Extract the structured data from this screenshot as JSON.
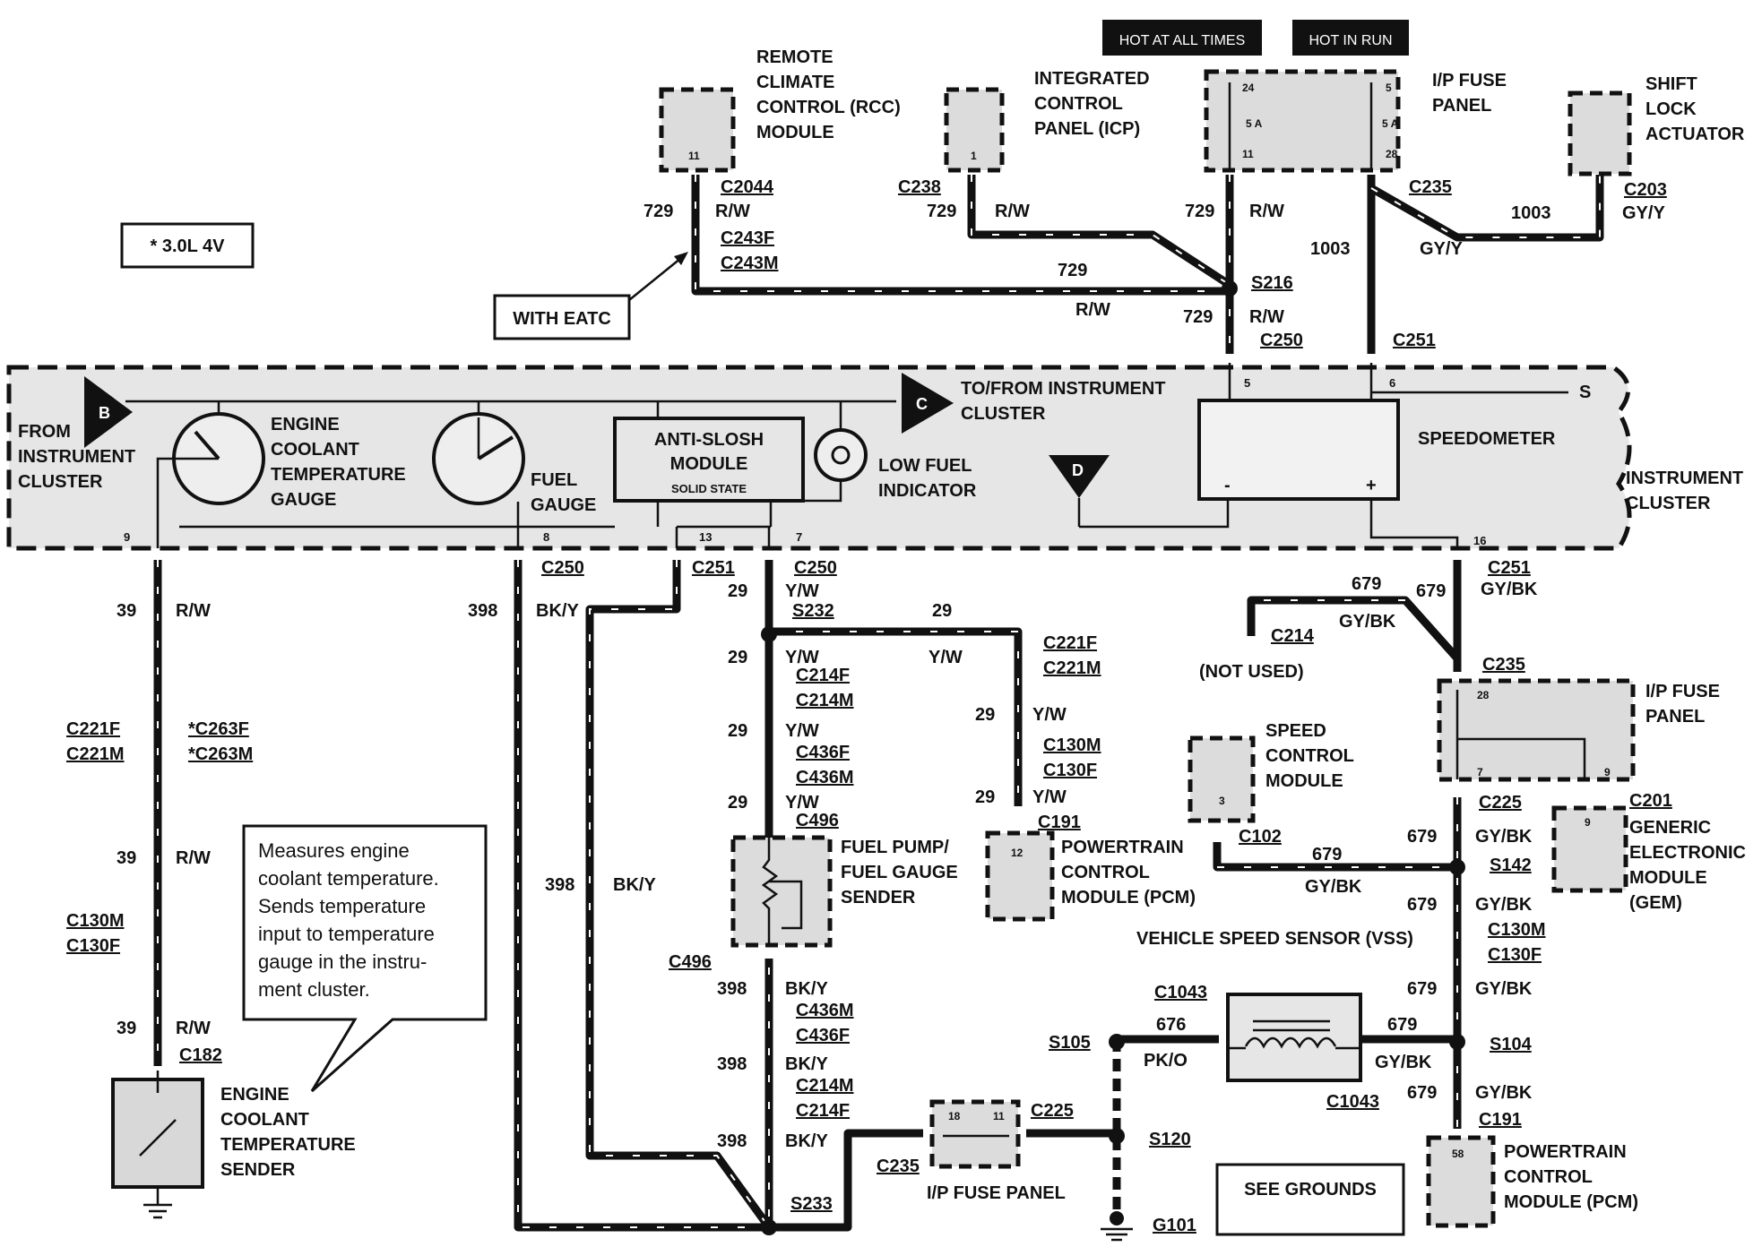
{
  "banners": {
    "hot_at_all_times": "HOT AT ALL TIMES",
    "hot_in_run": "HOT IN RUN"
  },
  "note": {
    "engine": "* 3.0L 4V"
  },
  "with_eatc": "WITH EATC",
  "see_grounds": "SEE GROUNDS",
  "callout": [
    "Measures engine",
    "coolant temperature.",
    "Sends temperature",
    "input to temperature",
    "gauge in the instru-",
    "ment cluster."
  ],
  "components": {
    "rcc": [
      "REMOTE",
      "CLIMATE",
      "CONTROL (RCC)",
      "MODULE"
    ],
    "icp": [
      "INTEGRATED",
      "CONTROL",
      "PANEL (ICP)"
    ],
    "ip_fuse_top": [
      "I/P FUSE",
      "PANEL"
    ],
    "shift_lock": [
      "SHIFT",
      "LOCK",
      "ACTUATOR"
    ],
    "from_cluster": [
      "FROM",
      "INSTRUMENT",
      "CLUSTER"
    ],
    "ect_gauge": [
      "ENGINE",
      "COOLANT",
      "TEMPERATURE",
      "GAUGE"
    ],
    "fuel_gauge": [
      "FUEL",
      "GAUGE"
    ],
    "anti_slosh": [
      "ANTI-SLOSH",
      "MODULE",
      "SOLID STATE"
    ],
    "low_fuel": [
      "LOW FUEL",
      "INDICATOR"
    ],
    "to_from_cluster": [
      "TO/FROM INSTRUMENT",
      "CLUSTER"
    ],
    "speedometer": "SPEEDOMETER",
    "instrument_cluster": [
      "INSTRUMENT",
      "CLUSTER"
    ],
    "ip_fuse_right": [
      "I/P FUSE",
      "PANEL"
    ],
    "speed_control": [
      "SPEED",
      "CONTROL",
      "MODULE"
    ],
    "gem": [
      "GENERIC",
      "ELECTRONIC",
      "MODULE",
      "(GEM)"
    ],
    "fuel_pump": [
      "FUEL PUMP/",
      "FUEL GAUGE",
      "SENDER"
    ],
    "pcm_mid": [
      "POWERTRAIN",
      "CONTROL",
      "MODULE (PCM)"
    ],
    "vss": "VEHICLE SPEED SENSOR (VSS)",
    "ect_sender": [
      "ENGINE",
      "COOLANT",
      "TEMPERATURE",
      "SENDER"
    ],
    "ip_fuse_bottom": "I/P FUSE PANEL",
    "pcm_bottom": [
      "POWERTRAIN",
      "CONTROL",
      "MODULE (PCM)"
    ],
    "not_used": "(NOT USED)"
  },
  "markers": {
    "b": "B",
    "c": "C",
    "d": "D",
    "break": "S"
  },
  "pin_labels": {
    "rcc_11": "11",
    "icp_1": "1",
    "fuse_24": "24",
    "fuse_5a_l": "5 A",
    "fuse_11": "11",
    "fuse_5": "5",
    "fuse_5a_r": "5 A",
    "fuse_28": "28",
    "spd_5": "5",
    "spd_6": "6",
    "spd_minus": "-",
    "spd_plus": "+",
    "cl_9": "9",
    "cl_8": "8",
    "cl_13": "13",
    "cl_7": "7",
    "cl_16": "16",
    "ipf_28": "28",
    "ipf_7": "7",
    "ipf_9": "9",
    "scm_3": "3",
    "gem_9": "9",
    "pcm_12": "12",
    "ipfb_18": "18",
    "ipfb_11": "11",
    "pcm_58": "58"
  },
  "labels": [
    {
      "id": "t1",
      "text": "C2044"
    },
    {
      "id": "t2",
      "text": "729"
    },
    {
      "id": "t3",
      "text": "R/W"
    },
    {
      "id": "t4",
      "text": "C243F"
    },
    {
      "id": "t5",
      "text": "C243M"
    },
    {
      "id": "t6",
      "text": "C238"
    },
    {
      "id": "t7",
      "text": "729"
    },
    {
      "id": "t8",
      "text": "R/W"
    },
    {
      "id": "t9",
      "text": "729"
    },
    {
      "id": "t10",
      "text": "R/W"
    },
    {
      "id": "t11",
      "text": "C235"
    },
    {
      "id": "t12",
      "text": "1003"
    },
    {
      "id": "t13",
      "text": "GY/Y"
    },
    {
      "id": "t14",
      "text": "C203"
    },
    {
      "id": "t15",
      "text": "1003"
    },
    {
      "id": "t16",
      "text": "GY/Y"
    },
    {
      "id": "t17",
      "text": "729"
    },
    {
      "id": "t18",
      "text": "R/W"
    },
    {
      "id": "t19",
      "text": "S216"
    },
    {
      "id": "t20",
      "text": "729"
    },
    {
      "id": "t21",
      "text": "R/W"
    },
    {
      "id": "t22",
      "text": "C250"
    },
    {
      "id": "t23",
      "text": "C251"
    },
    {
      "id": "t24",
      "text": "C250"
    },
    {
      "id": "t25",
      "text": "C251"
    },
    {
      "id": "t26",
      "text": "C250"
    },
    {
      "id": "t27",
      "text": "39"
    },
    {
      "id": "t28",
      "text": "R/W"
    },
    {
      "id": "t29",
      "text": "C221F"
    },
    {
      "id": "t30",
      "text": "C221M"
    },
    {
      "id": "t31",
      "text": "*C263F"
    },
    {
      "id": "t32",
      "text": "*C263M"
    },
    {
      "id": "t33",
      "text": "39"
    },
    {
      "id": "t34",
      "text": "R/W"
    },
    {
      "id": "t35",
      "text": "C130M"
    },
    {
      "id": "t36",
      "text": "C130F"
    },
    {
      "id": "t37",
      "text": "39"
    },
    {
      "id": "t38",
      "text": "R/W"
    },
    {
      "id": "t39",
      "text": "C182"
    },
    {
      "id": "t40",
      "text": "398"
    },
    {
      "id": "t41",
      "text": "BK/Y"
    },
    {
      "id": "t42",
      "text": "398"
    },
    {
      "id": "t43",
      "text": "BK/Y"
    },
    {
      "id": "t44",
      "text": "29"
    },
    {
      "id": "t45",
      "text": "Y/W"
    },
    {
      "id": "t46",
      "text": "S232"
    },
    {
      "id": "t47",
      "text": "29"
    },
    {
      "id": "t48",
      "text": "29"
    },
    {
      "id": "t49",
      "text": "Y/W"
    },
    {
      "id": "t50",
      "text": "Y/W"
    },
    {
      "id": "t51",
      "text": "C214F"
    },
    {
      "id": "t52",
      "text": "C214M"
    },
    {
      "id": "t53",
      "text": "29"
    },
    {
      "id": "t54",
      "text": "Y/W"
    },
    {
      "id": "t55",
      "text": "C436F"
    },
    {
      "id": "t56",
      "text": "C436M"
    },
    {
      "id": "t57",
      "text": "29"
    },
    {
      "id": "t58",
      "text": "Y/W"
    },
    {
      "id": "t59",
      "text": "C496"
    },
    {
      "id": "t60",
      "text": "C221F"
    },
    {
      "id": "t61",
      "text": "C221M"
    },
    {
      "id": "t62",
      "text": "29"
    },
    {
      "id": "t63",
      "text": "Y/W"
    },
    {
      "id": "t64",
      "text": "C130M"
    },
    {
      "id": "t65",
      "text": "C130F"
    },
    {
      "id": "t66",
      "text": "29"
    },
    {
      "id": "t67",
      "text": "Y/W"
    },
    {
      "id": "t68",
      "text": "C191"
    },
    {
      "id": "t69",
      "text": "C496"
    },
    {
      "id": "t70",
      "text": "398"
    },
    {
      "id": "t71",
      "text": "BK/Y"
    },
    {
      "id": "t72",
      "text": "C436M"
    },
    {
      "id": "t73",
      "text": "C436F"
    },
    {
      "id": "t74",
      "text": "398"
    },
    {
      "id": "t75",
      "text": "BK/Y"
    },
    {
      "id": "t76",
      "text": "C214M"
    },
    {
      "id": "t77",
      "text": "C214F"
    },
    {
      "id": "t78",
      "text": "398"
    },
    {
      "id": "t79",
      "text": "BK/Y"
    },
    {
      "id": "t80",
      "text": "C235"
    },
    {
      "id": "t81",
      "text": "S233"
    },
    {
      "id": "t82",
      "text": "C225"
    },
    {
      "id": "t83",
      "text": "S120"
    },
    {
      "id": "t84",
      "text": "G101"
    },
    {
      "id": "t85",
      "text": "S105"
    },
    {
      "id": "t86",
      "text": "C1043"
    },
    {
      "id": "t87",
      "text": "676"
    },
    {
      "id": "t88",
      "text": "PK/O"
    },
    {
      "id": "t89",
      "text": "679"
    },
    {
      "id": "t90",
      "text": "GY/BK"
    },
    {
      "id": "t91",
      "text": "C1043"
    },
    {
      "id": "t92",
      "text": "S104"
    },
    {
      "id": "t93",
      "text": "679"
    },
    {
      "id": "t94",
      "text": "GY/BK"
    },
    {
      "id": "t95",
      "text": "C191"
    },
    {
      "id": "t96",
      "text": "679"
    },
    {
      "id": "t97",
      "text": "GY/BK"
    },
    {
      "id": "t98",
      "text": "C130M"
    },
    {
      "id": "t99",
      "text": "C130F"
    },
    {
      "id": "t100",
      "text": "679"
    },
    {
      "id": "t101",
      "text": "GY/BK"
    },
    {
      "id": "t102",
      "text": "679"
    },
    {
      "id": "t103",
      "text": "GY/BK"
    },
    {
      "id": "t104",
      "text": "S142"
    },
    {
      "id": "t105",
      "text": "679"
    },
    {
      "id": "t106",
      "text": "GY/BK"
    },
    {
      "id": "t107",
      "text": "C102"
    },
    {
      "id": "t108",
      "text": "C225"
    },
    {
      "id": "t109",
      "text": "C235"
    },
    {
      "id": "t110",
      "text": "C201"
    },
    {
      "id": "t111",
      "text": "C251"
    },
    {
      "id": "t112",
      "text": "GY/BK"
    },
    {
      "id": "t113",
      "text": "679"
    },
    {
      "id": "t114",
      "text": "679"
    },
    {
      "id": "t115",
      "text": "GY/BK"
    },
    {
      "id": "t116",
      "text": "C214"
    }
  ]
}
